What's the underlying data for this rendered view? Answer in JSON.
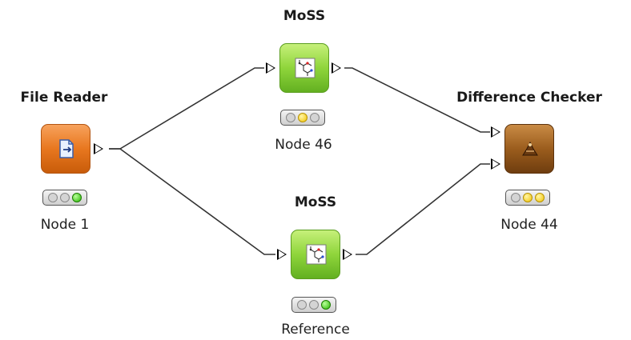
{
  "nodes": {
    "file_reader": {
      "title": "File Reader",
      "label": "Node 1",
      "status": "executed",
      "icon": "document-arrow-icon"
    },
    "moss_top": {
      "title": "MoSS",
      "label": "Node 46",
      "status": "configured",
      "icon": "molecule-icon"
    },
    "moss_bottom": {
      "title": "MoSS",
      "label": "Reference",
      "status": "executed",
      "icon": "molecule-icon"
    },
    "difference_checker": {
      "title": "Difference Checker",
      "label": "Node 44",
      "status": "configured",
      "icon": "scale-icon"
    }
  },
  "colors": {
    "source_node": "#e8771f",
    "learner_node": "#8fd53b",
    "checker_node": "#9b5d1d",
    "executed_light": "#27b600",
    "configured_light": "#f2c300"
  }
}
